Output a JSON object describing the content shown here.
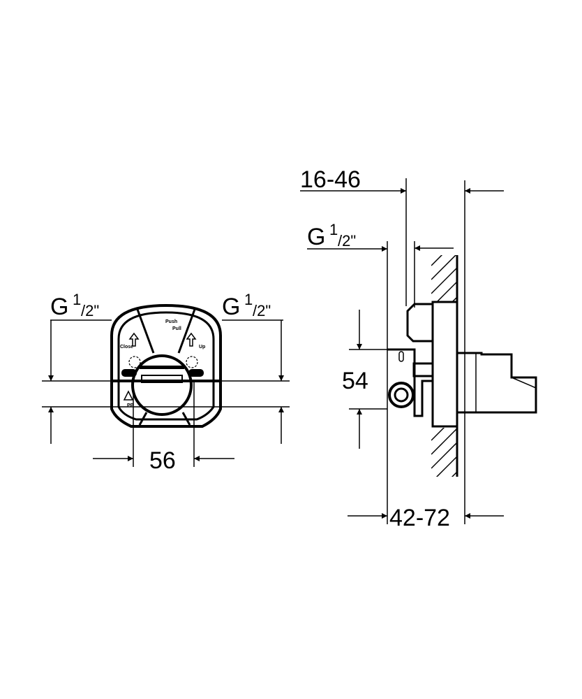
{
  "front_view": {
    "thread_left": {
      "main": "G",
      "sup": "1",
      "sub": "/2\""
    },
    "thread_right": {
      "main": "G",
      "sup": "1",
      "sub": "/2\""
    },
    "width_dimension": "56",
    "embossed": {
      "left_arrow": "Close",
      "right_arrow": "Up",
      "push": "Push",
      "pull": "Pull",
      "recycle": "PP"
    }
  },
  "side_view": {
    "depth_top": "16-46",
    "thread": {
      "main": "G",
      "sup": "1",
      "sub": "/2\""
    },
    "height_dimension": "54",
    "depth_bottom": "42-72"
  }
}
